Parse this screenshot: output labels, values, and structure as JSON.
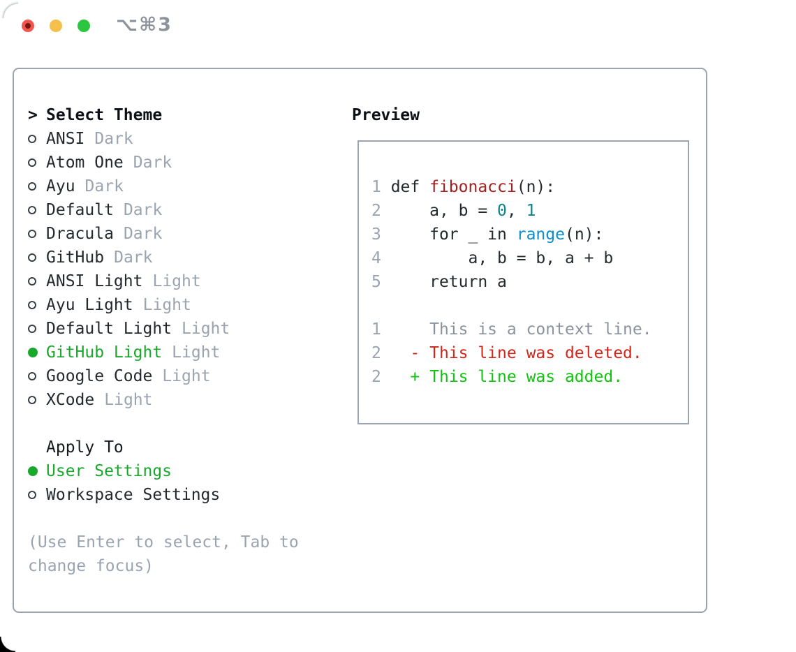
{
  "titlebar": {
    "hotkey": "⌥⌘3"
  },
  "colors": {
    "fg": "#24292e",
    "muted": "#9aa4b0",
    "border": "#9aa3ae",
    "lineno": "#9aa4b0",
    "context_gray": "#8b949e",
    "accent_green": "#17a82c",
    "add_green": "#12c312",
    "del_red": "#d1261b",
    "func_red": "#a3201f",
    "num_teal": "#0e838b",
    "builtin_blue": "#0c8dcc",
    "light_red": "#f0564d",
    "light_red_dot": "#77150e",
    "light_yellow": "#f5bf4b",
    "light_green": "#2cc53f"
  },
  "panel": {
    "rows": [
      {
        "type": "header",
        "marker": ">",
        "text": "Select Theme"
      },
      {
        "type": "theme",
        "sel": false,
        "name": "ANSI",
        "variant": "Dark"
      },
      {
        "type": "theme",
        "sel": false,
        "name": "Atom One",
        "variant": "Dark"
      },
      {
        "type": "theme",
        "sel": false,
        "name": "Ayu",
        "variant": "Dark"
      },
      {
        "type": "theme",
        "sel": false,
        "name": "Default",
        "variant": "Dark"
      },
      {
        "type": "theme",
        "sel": false,
        "name": "Dracula",
        "variant": "Dark"
      },
      {
        "type": "theme",
        "sel": false,
        "name": "GitHub",
        "variant": "Dark"
      },
      {
        "type": "theme",
        "sel": false,
        "name": "ANSI Light",
        "variant": "Light"
      },
      {
        "type": "theme",
        "sel": false,
        "name": "Ayu Light",
        "variant": "Light"
      },
      {
        "type": "theme",
        "sel": false,
        "name": "Default Light",
        "variant": "Light"
      },
      {
        "type": "theme",
        "sel": true,
        "name": "GitHub Light",
        "variant": "Light"
      },
      {
        "type": "theme",
        "sel": false,
        "name": "Google Code",
        "variant": "Light"
      },
      {
        "type": "theme",
        "sel": false,
        "name": "XCode",
        "variant": "Light"
      },
      {
        "type": "blank"
      },
      {
        "type": "subheader",
        "text": "Apply To"
      },
      {
        "type": "option",
        "sel": true,
        "name": "User Settings"
      },
      {
        "type": "option",
        "sel": false,
        "name": "Workspace Settings"
      },
      {
        "type": "blank"
      },
      {
        "type": "hint",
        "text": "(Use Enter to select, Tab to"
      },
      {
        "type": "hint",
        "text": "change focus)"
      }
    ]
  },
  "preview": {
    "title": "Preview",
    "code_lines": [
      {
        "segments": [
          {
            "t": "1 ",
            "c": "ln"
          },
          {
            "t": "def ",
            "c": "fg"
          },
          {
            "t": "fibonacci",
            "c": "fn"
          },
          {
            "t": "(n):",
            "c": "fg"
          }
        ]
      },
      {
        "segments": [
          {
            "t": "2 ",
            "c": "ln"
          },
          {
            "t": "    a, b = ",
            "c": "fg"
          },
          {
            "t": "0",
            "c": "num"
          },
          {
            "t": ", ",
            "c": "fg"
          },
          {
            "t": "1",
            "c": "num"
          }
        ]
      },
      {
        "segments": [
          {
            "t": "3 ",
            "c": "ln"
          },
          {
            "t": "    for _ in ",
            "c": "fg"
          },
          {
            "t": "range",
            "c": "bi"
          },
          {
            "t": "(n):",
            "c": "fg"
          }
        ]
      },
      {
        "segments": [
          {
            "t": "4 ",
            "c": "ln"
          },
          {
            "t": "        a, b = b, a + b",
            "c": "fg"
          }
        ]
      },
      {
        "segments": [
          {
            "t": "5 ",
            "c": "ln"
          },
          {
            "t": "    return a",
            "c": "fg"
          }
        ]
      },
      {
        "segments": []
      },
      {
        "segments": [
          {
            "t": "1 ",
            "c": "ln"
          },
          {
            "t": "    This is a context line.",
            "c": "ctx"
          }
        ]
      },
      {
        "segments": [
          {
            "t": "2 ",
            "c": "ln"
          },
          {
            "t": "  - This line was deleted.",
            "c": "del"
          }
        ]
      },
      {
        "segments": [
          {
            "t": "2 ",
            "c": "ln"
          },
          {
            "t": "  + This line was added.",
            "c": "add"
          }
        ]
      }
    ]
  }
}
